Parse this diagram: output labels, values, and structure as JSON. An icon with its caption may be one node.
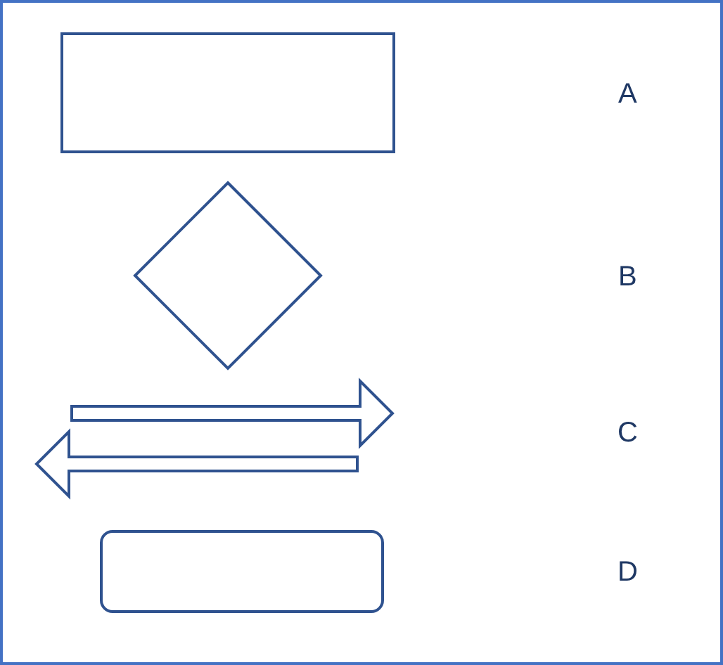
{
  "diagram": {
    "nodes": [
      {
        "text": [],
        "shape": "box"
      },
      {
        "text": [],
        "shape": "diamond"
      },
      {
        "text": [],
        "shape": "arrow"
      },
      {
        "text": [],
        "shape": "arrow"
      },
      {
        "text": [],
        "shape": "box"
      }
    ],
    "labels": [
      "A",
      "B",
      "C",
      "D"
    ]
  }
}
